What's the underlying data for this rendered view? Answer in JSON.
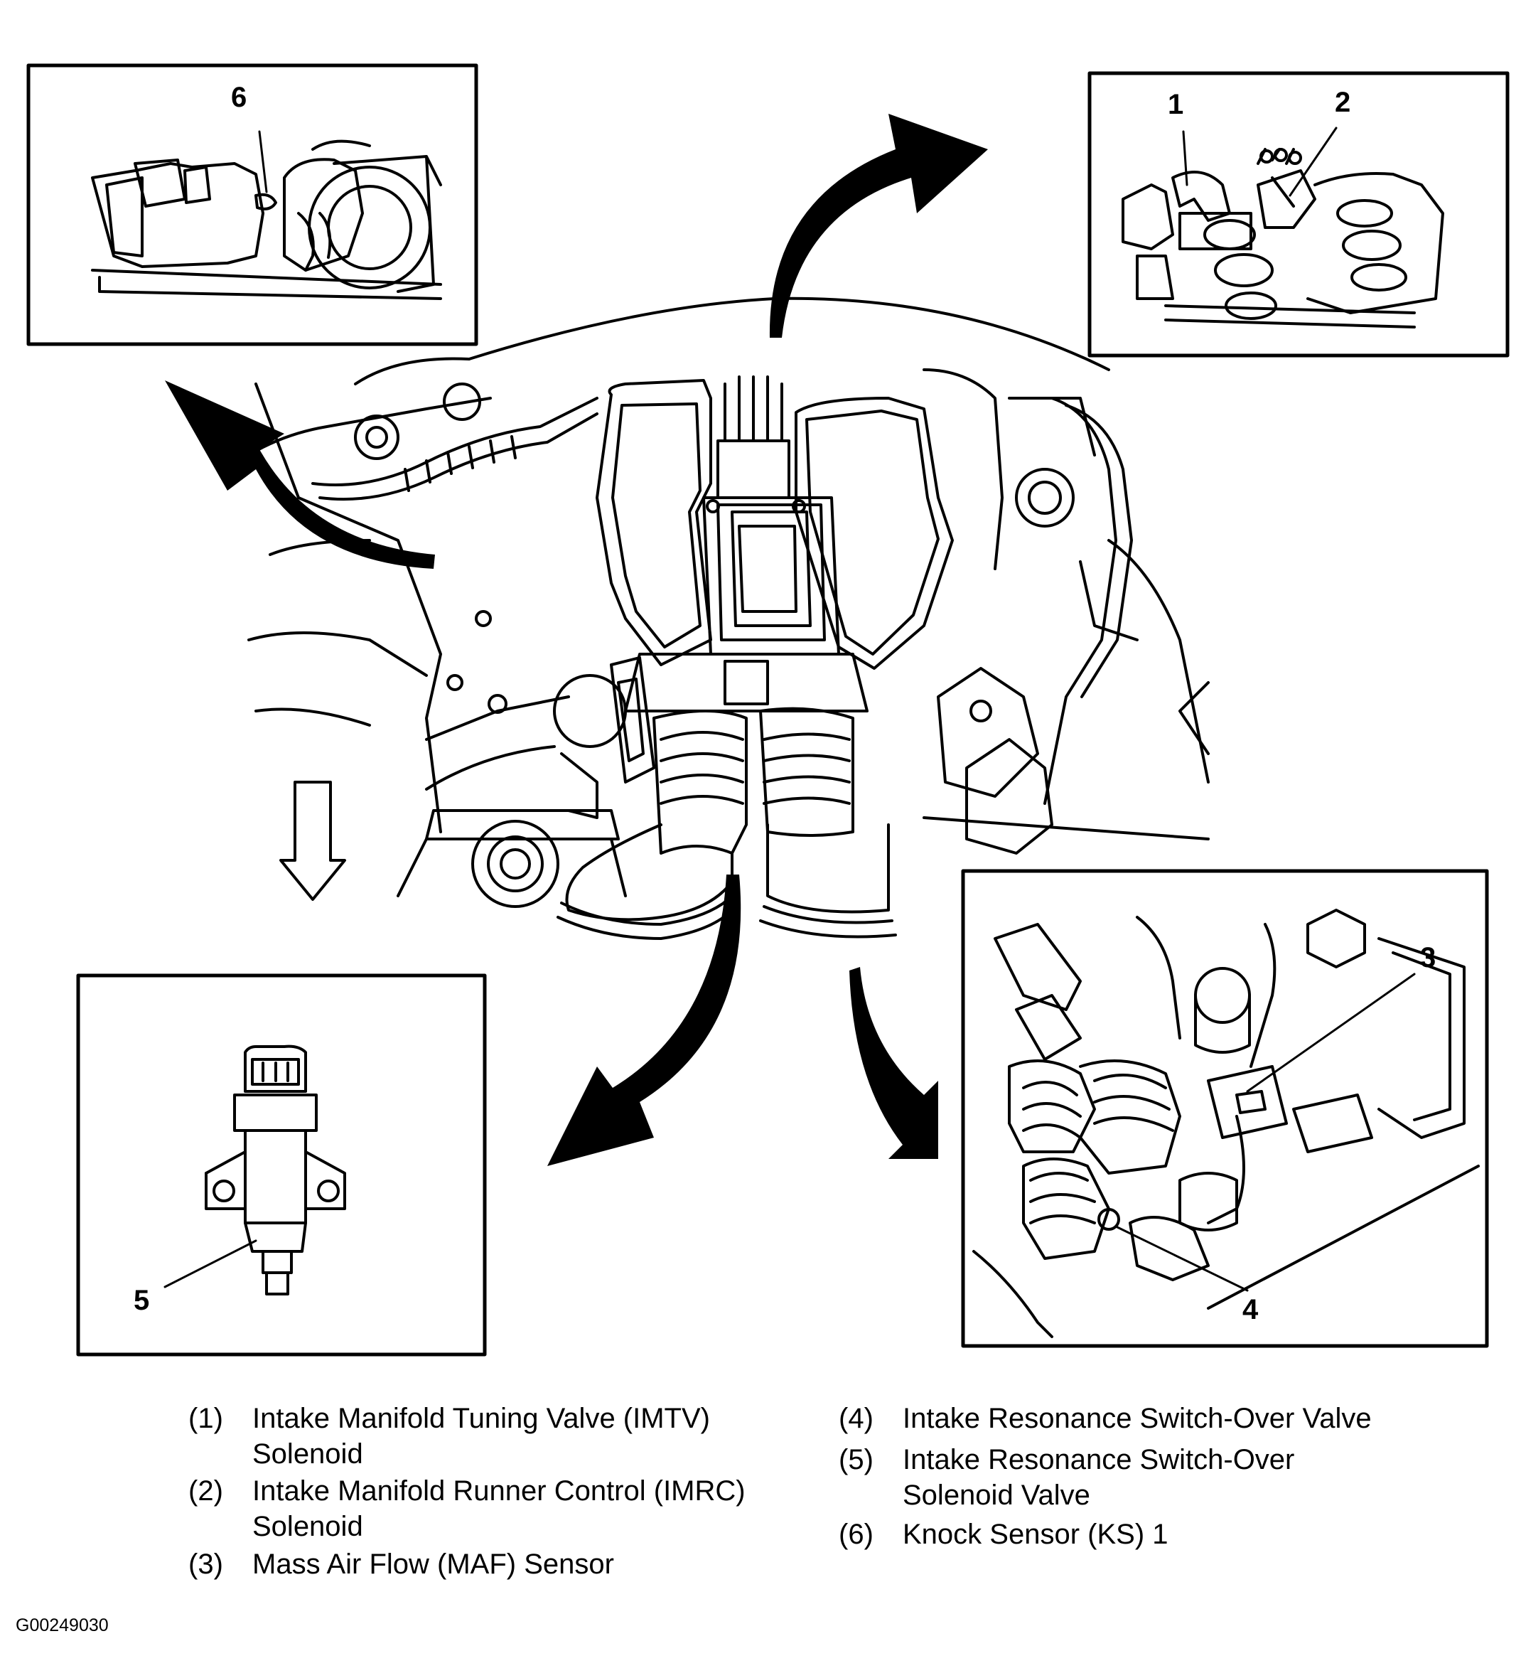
{
  "figure_id": "G00249030",
  "callouts": {
    "c1": "1",
    "c2": "2",
    "c3": "3",
    "c4": "4",
    "c5": "5",
    "c6": "6"
  },
  "legend": [
    {
      "num": "(1)",
      "line1": "Intake Manifold Tuning Valve (IMTV)",
      "line2": "Solenoid"
    },
    {
      "num": "(2)",
      "line1": "Intake Manifold Runner Control (IMRC)",
      "line2": "Solenoid"
    },
    {
      "num": "(3)",
      "line1": "Mass Air Flow (MAF) Sensor",
      "line2": ""
    },
    {
      "num": "(4)",
      "line1": "Intake Resonance Switch-Over Valve",
      "line2": ""
    },
    {
      "num": "(5)",
      "line1": "Intake Resonance Switch-Over",
      "line2": "Solenoid Valve"
    },
    {
      "num": "(6)",
      "line1": "Knock Sensor (KS) 1",
      "line2": ""
    }
  ]
}
